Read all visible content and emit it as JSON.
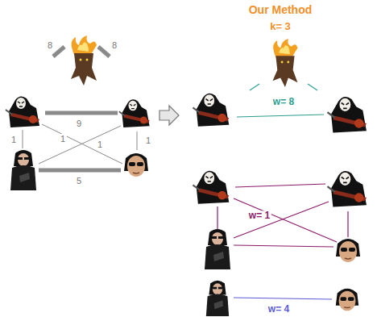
{
  "diagram": {
    "title": "Our Method",
    "labels": [
      "8",
      "8",
      "9",
      "1",
      "1",
      "1",
      "1",
      "5",
      "k= 3",
      "w= 8",
      "w= 1",
      "w= 4"
    ]
  }
}
